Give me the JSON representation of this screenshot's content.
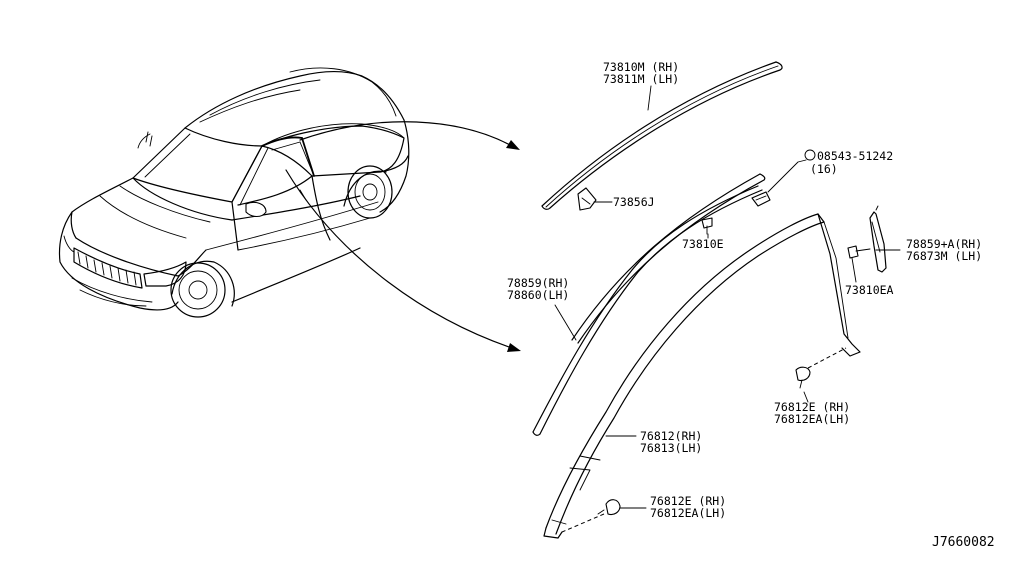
{
  "callouts": {
    "c1": {
      "l1": "73810M (RH)",
      "l2": "73811M (LH)"
    },
    "c2": {
      "l1": "08543-51242",
      "l2": "(16)"
    },
    "c3": {
      "l1": "73856J"
    },
    "c4": {
      "l1": "73810E"
    },
    "c5": {
      "l1": "78859+A(RH)",
      "l2": "76873M (LH)"
    },
    "c6": {
      "l1": "73810EA"
    },
    "c7": {
      "l1": "78859(RH)",
      "l2": "78860(LH)"
    },
    "c8": {
      "l1": "76812E (RH)",
      "l2": "76812EA(LH)"
    },
    "c9": {
      "l1": "76812(RH)",
      "l2": "76813(LH)"
    },
    "c10": {
      "l1": "76812E (RH)",
      "l2": "76812EA(LH)"
    }
  },
  "drawing_number": "J7660082"
}
